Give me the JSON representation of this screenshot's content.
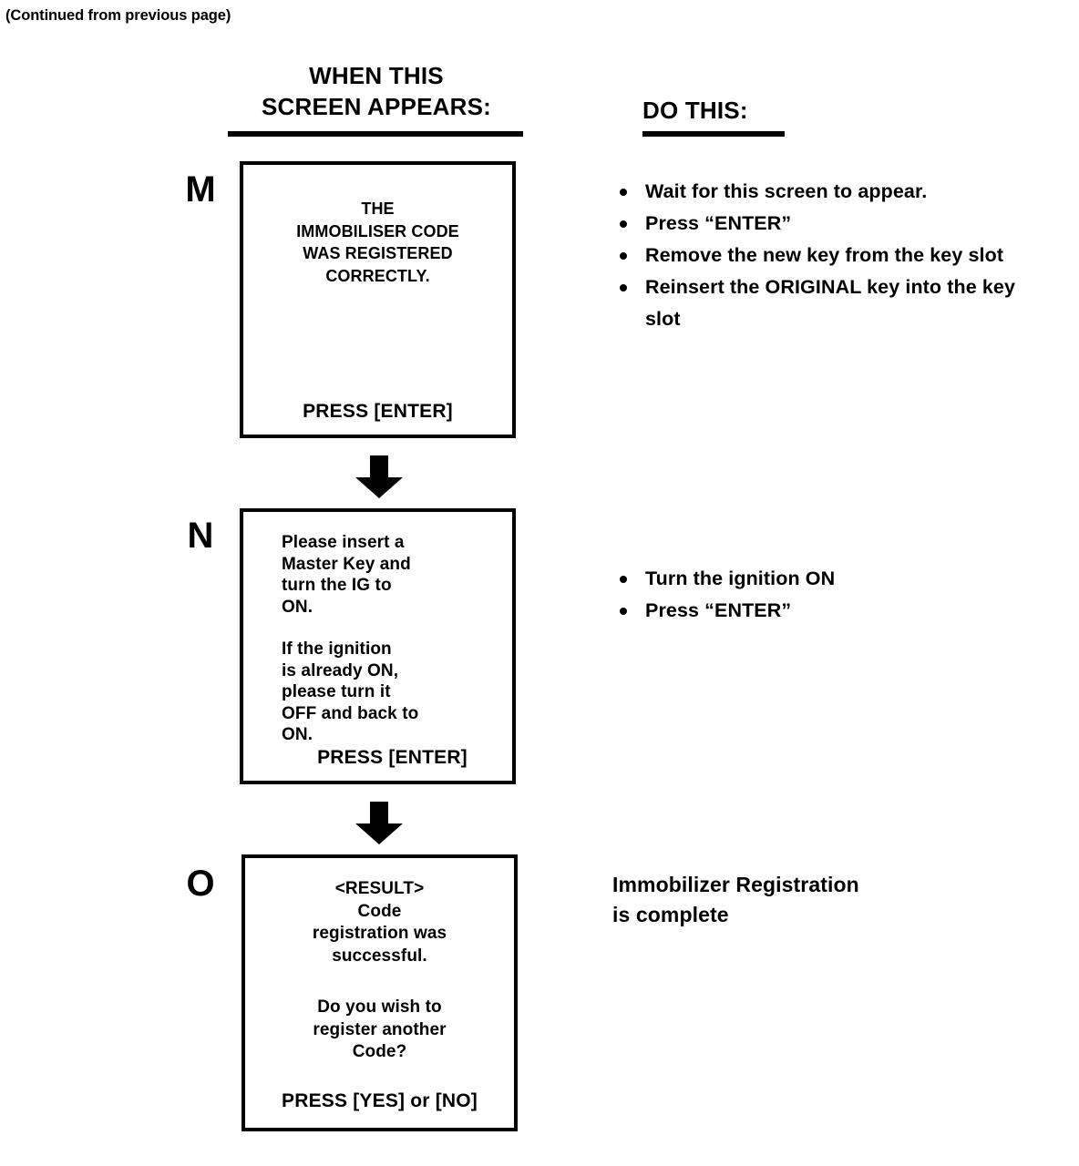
{
  "page": {
    "continued_note": "(Continued from previous page)",
    "background_color": "#ffffff",
    "ink_color": "#000000"
  },
  "headers": {
    "screen_column": {
      "line1": "WHEN THIS",
      "line2": "SCREEN APPEARS:"
    },
    "do_column": "DO THIS:"
  },
  "steps": [
    {
      "letter": "M",
      "screen": {
        "body_lines": [
          "THE",
          "IMMOBILISER CODE",
          "WAS REGISTERED",
          "CORRECTLY."
        ],
        "footer": "PRESS [ENTER]"
      },
      "instructions": {
        "type": "bullets",
        "items": [
          "Wait for this screen to appear.",
          "Press “ENTER”",
          "Remove the new key from the key slot",
          "Reinsert the ORIGINAL key into the key slot"
        ]
      }
    },
    {
      "letter": "N",
      "screen": {
        "body_lines": [
          "Please insert a",
          "Master Key and",
          "turn the IG to",
          "ON.",
          "",
          "If the ignition",
          "is already ON,",
          "please turn it",
          "OFF and back to",
          "ON."
        ],
        "footer": "PRESS [ENTER]"
      },
      "instructions": {
        "type": "bullets",
        "items": [
          "Turn the ignition ON",
          "Press “ENTER”"
        ]
      }
    },
    {
      "letter": "O",
      "screen": {
        "body_lines": [
          "<RESULT>",
          "Code",
          "registration was",
          "successful.",
          "",
          "Do you wish to",
          "register another",
          "Code?"
        ],
        "footer": "PRESS [YES] or [NO]"
      },
      "instructions": {
        "type": "paragraph",
        "lines": [
          "Immobilizer Registration",
          "is complete"
        ]
      }
    }
  ],
  "connectors": [
    {
      "name": "arrow-m-to-n"
    },
    {
      "name": "arrow-n-to-o"
    }
  ]
}
